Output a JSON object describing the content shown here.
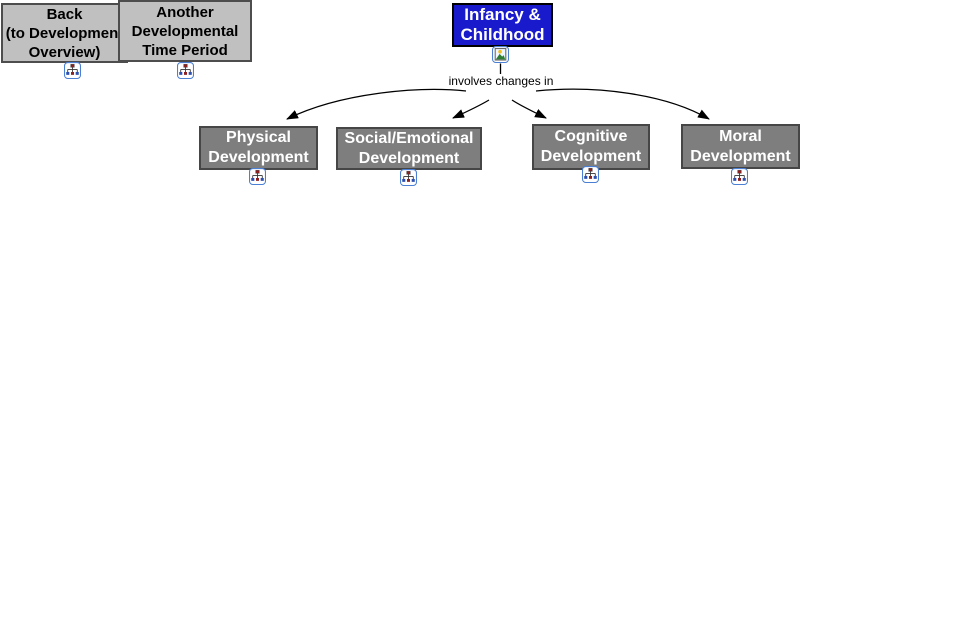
{
  "canvas": {
    "background": "#ffffff"
  },
  "colors": {
    "nav_node_fill": "#c0c0c0",
    "nav_node_border": "#4d4d4d",
    "nav_node_text": "#000000",
    "root_node_fill": "#1a1acd",
    "root_node_border": "#000000",
    "root_node_text": "#ffffff",
    "dev_node_fill": "#7e7e7e",
    "dev_node_border": "#464646",
    "dev_node_text": "#ffffff",
    "connector": "#000000",
    "icon_border": "#4a7fd4"
  },
  "nav_nodes": [
    {
      "lines": [
        "Back",
        "(to Development",
        "Overview)"
      ],
      "icon": "concept-map-link-icon"
    },
    {
      "lines": [
        "Another",
        "Developmental",
        "Time Period"
      ],
      "icon": "concept-map-link-icon"
    }
  ],
  "root_node": {
    "lines": [
      "Infancy &",
      "Childhood"
    ],
    "icon": "image-resource-icon"
  },
  "linking_phrase": {
    "lines": [
      "involves",
      "changes in"
    ]
  },
  "dev_nodes": [
    {
      "lines": [
        "Physical",
        "Development"
      ],
      "icon": "concept-map-link-icon"
    },
    {
      "lines": [
        "Social/Emotional",
        "Development"
      ],
      "icon": "concept-map-link-icon"
    },
    {
      "lines": [
        "Cognitive",
        "Development"
      ],
      "icon": "concept-map-link-icon"
    },
    {
      "lines": [
        "Moral",
        "Development"
      ],
      "icon": "concept-map-link-icon"
    }
  ]
}
